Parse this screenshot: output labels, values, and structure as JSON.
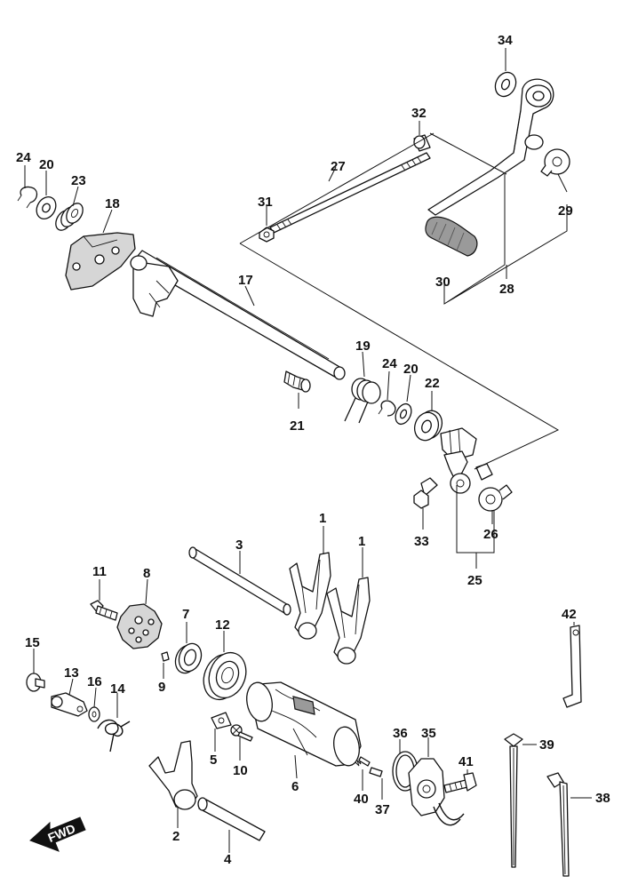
{
  "callouts": {
    "p1a": "1",
    "p1b": "1",
    "p2": "2",
    "p3": "3",
    "p4": "4",
    "p5": "5",
    "p6": "6",
    "p7": "7",
    "p8": "8",
    "p9": "9",
    "p10": "10",
    "p11": "11",
    "p12": "12",
    "p13": "13",
    "p14": "14",
    "p15": "15",
    "p16": "16",
    "p17": "17",
    "p18": "18",
    "p19": "19",
    "p20a": "20",
    "p20b": "20",
    "p21": "21",
    "p22": "22",
    "p23": "23",
    "p24a": "24",
    "p24b": "24",
    "p25": "25",
    "p26": "26",
    "p27": "27",
    "p28": "28",
    "p29": "29",
    "p30": "30",
    "p31": "31",
    "p32": "32",
    "p33": "33",
    "p34": "34",
    "p35": "35",
    "p36": "36",
    "p37": "37",
    "p38": "38",
    "p39": "39",
    "p40": "40",
    "p41": "41",
    "p42": "42"
  },
  "direction_marker": {
    "label": "FWD",
    "icon": "arrow-down-left-icon"
  }
}
